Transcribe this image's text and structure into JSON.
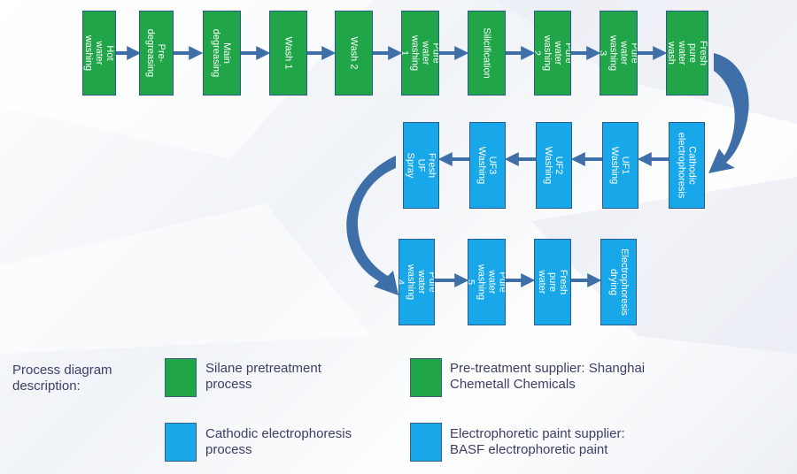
{
  "colors": {
    "green": "#20a648",
    "blue": "#18a8ea",
    "arrow": "#3f6fa8",
    "text": "#3c3e68"
  },
  "steps": {
    "hot_water_washing": "Hot water\nwashing",
    "pre_degreasing": "Pre-\ndegreasing",
    "main_degreasing": "Main\ndegreasing",
    "wash_1": "Wash 1",
    "wash_2": "Wash 2",
    "pure_water_washing_1": "Pure water\nwashing 1",
    "silicification": "Silicification",
    "pure_water_washing_2": "Pure water\nwashing 2",
    "pure_water_washing_3": "Pure water\nwashing 3",
    "fresh_pure_water_wash": "Fresh pure\nwater wash",
    "cathodic_electrophoresis": "Cathodic\nelectrophoresis",
    "uf1_washing": "UF1 Washing",
    "uf2_washing": "UF2 Washing",
    "uf3_washing": "UF3 Washing",
    "fresh_uf_spray": "Fresh UF Spray",
    "pure_water_washing_4": "Pure water\nwashing 4",
    "pure_water_washing_5": "Pure water\nwashing 5",
    "fresh_pure_water": "Fresh pure\nwater",
    "electrophoresis_drying": "Electrophoresis\ndrying"
  },
  "legend": {
    "title": "Process diagram\ndescription:",
    "silane": "Silane pretreatment\nprocess",
    "pretreatment_supplier": "Pre-treatment supplier: Shanghai\nChemetall Chemicals",
    "cathodic": "Cathodic electrophoresis\nprocess",
    "paint_supplier": "Electrophoretic paint supplier:\nBASF electrophoretic paint"
  }
}
